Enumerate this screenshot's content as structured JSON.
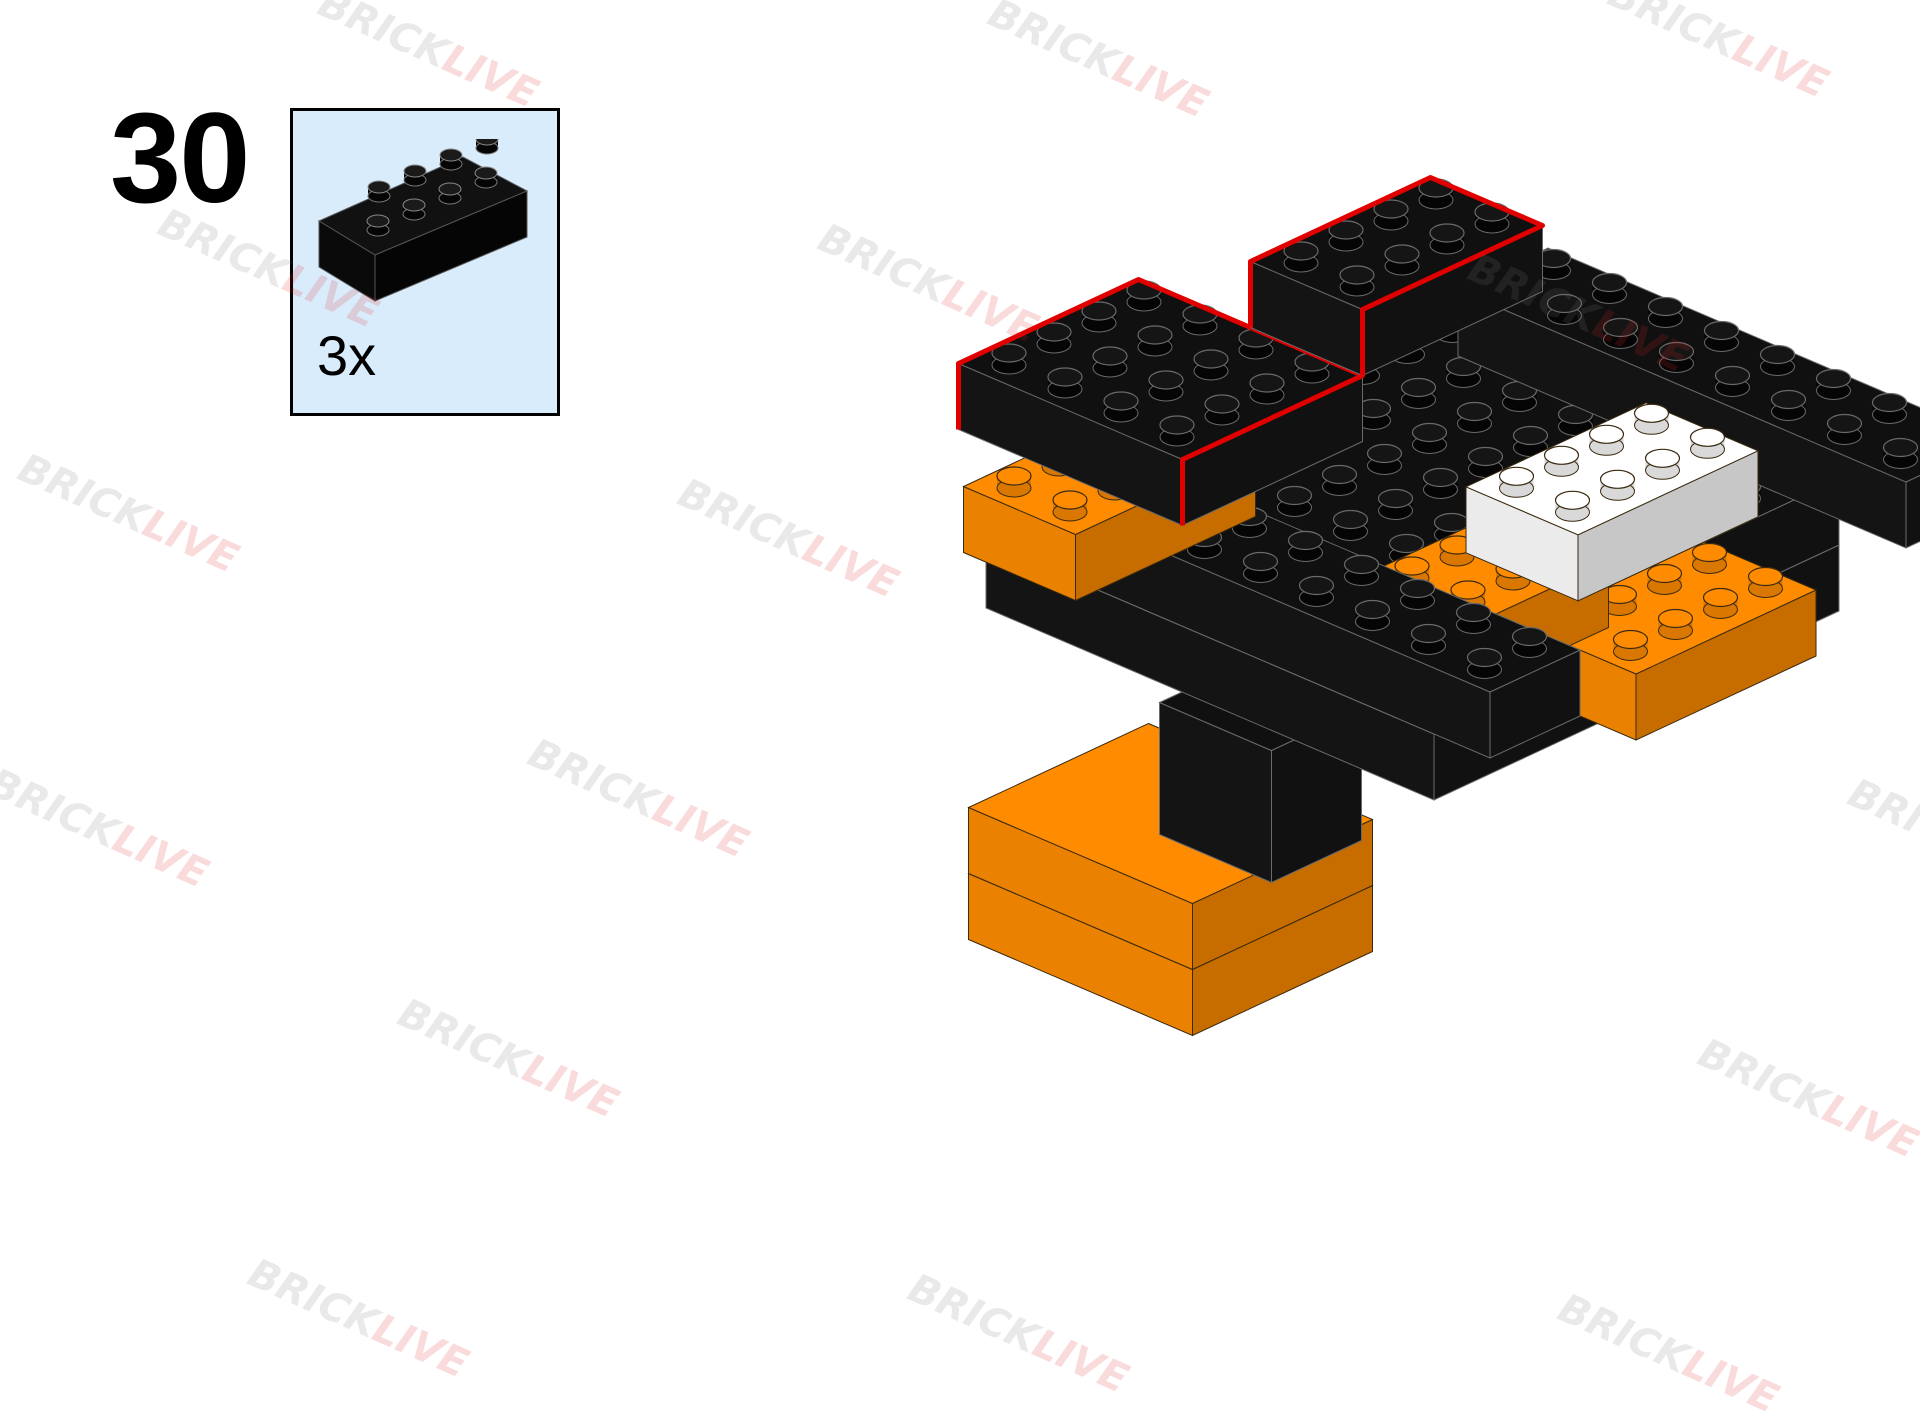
{
  "step": {
    "number": "30"
  },
  "parts_callout": {
    "quantity": "3x",
    "part": {
      "type": "brick",
      "color": "#0a0a0a",
      "studs": "2x4"
    }
  },
  "watermark": {
    "part_a": "BRICK",
    "part_b": "LIVE"
  },
  "colors": {
    "background": "#ffffff",
    "callout_background": "#d9ecfb",
    "black_brick": "#0a0a0a",
    "orange_brick": "#ff8c00",
    "white_brick": "#ffffff",
    "highlight_outline": "#e00000"
  }
}
